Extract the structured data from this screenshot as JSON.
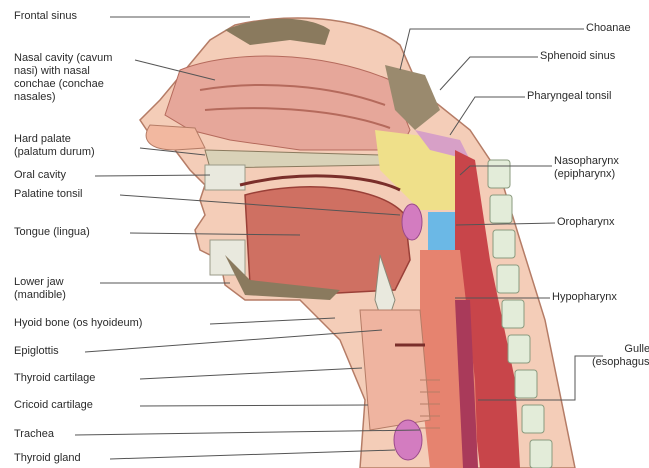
{
  "labels_left": [
    {
      "id": "frontal-sinus",
      "lines": [
        "Frontal sinus"
      ]
    },
    {
      "id": "nasal-cavity",
      "lines": [
        "Nasal cavity (cavum",
        "nasi) with nasal",
        "conchae (conchae",
        "nasales)"
      ]
    },
    {
      "id": "hard-palate",
      "lines": [
        "Hard palate",
        "(palatum durum)"
      ]
    },
    {
      "id": "oral-cavity",
      "lines": [
        "Oral cavity"
      ]
    },
    {
      "id": "palatine-tonsil",
      "lines": [
        "Palatine tonsil"
      ]
    },
    {
      "id": "tongue",
      "lines": [
        "Tongue (lingua)"
      ]
    },
    {
      "id": "lower-jaw",
      "lines": [
        "Lower jaw",
        "(mandible)"
      ]
    },
    {
      "id": "hyoid-bone",
      "lines": [
        "Hyoid bone (os hyoideum)"
      ]
    },
    {
      "id": "epiglottis",
      "lines": [
        "Epiglottis"
      ]
    },
    {
      "id": "thyroid-cartilage",
      "lines": [
        "Thyroid cartilage"
      ]
    },
    {
      "id": "cricoid-cartilage",
      "lines": [
        "Cricoid cartilage"
      ]
    },
    {
      "id": "trachea",
      "lines": [
        "Trachea"
      ]
    },
    {
      "id": "thyroid-gland",
      "lines": [
        "Thyroid gland"
      ]
    }
  ],
  "labels_right": [
    {
      "id": "choanae",
      "lines": [
        "Choanae"
      ]
    },
    {
      "id": "sphenoid-sinus",
      "lines": [
        "Sphenoid sinus"
      ]
    },
    {
      "id": "pharyngeal-tonsil",
      "lines": [
        "Pharyngeal tonsil"
      ]
    },
    {
      "id": "nasopharynx",
      "lines": [
        "Nasopharynx",
        "(epipharynx)"
      ]
    },
    {
      "id": "oropharynx",
      "lines": [
        "Oropharynx"
      ]
    },
    {
      "id": "hypopharynx",
      "lines": [
        "Hypopharynx"
      ]
    },
    {
      "id": "gullet",
      "lines": [
        "Gullet",
        "(esophagus)"
      ]
    }
  ],
  "colors": {
    "skin": "#f2c2a8",
    "nasal": "#e6a79a",
    "tongue": "#cf7062",
    "bone": "#8a7a5e",
    "nasopharynx": "#efe08a",
    "oropharynx": "#6bb8e6",
    "pharynx_wall": "#c8454a",
    "vertebra": "#e3ecd9",
    "leader": "#555555"
  }
}
